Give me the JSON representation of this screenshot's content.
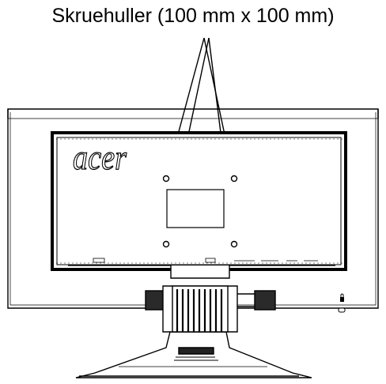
{
  "caption": "Skruehuller (100 mm x 100 mm)",
  "brand": "acer",
  "colors": {
    "line": "#000000",
    "background": "#ffffff",
    "bezel_dark": "#1a1a1a"
  },
  "screw_holes": {
    "count": 4,
    "spacing_mm": [
      100,
      100
    ]
  }
}
